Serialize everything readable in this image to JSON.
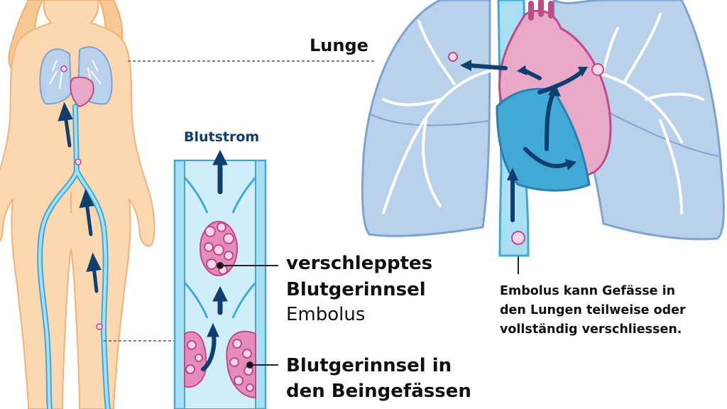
{
  "labels": {
    "lunge": "Lunge",
    "blutstrom": "Blutstrom",
    "verschlepptes_line1": "verschlepptes",
    "verschlepptes_line2": "Blutgerinnsel",
    "embolus": "Embolus",
    "beingefaesse_line1": "Blutgerinnsel in",
    "beingefaesse_line2": "den Beingefässen",
    "embolus_note_line1": "Embolus kann Gefässe in",
    "embolus_note_line2": "den Lungen teilweise oder",
    "embolus_note_line3": "vollständig verschliessen."
  },
  "colors": {
    "skin": "#fbd8b0",
    "skin_outline": "#f2b27a",
    "vessel": "#a9def3",
    "vessel_outline": "#41a9d6",
    "lung": "#b9d1ea",
    "lung_outline": "#7fa3cf",
    "heart": "#e9a9c9",
    "heart_outline": "#c04a86",
    "clot": "#d86aa6",
    "arrow": "#0e3f6e",
    "leader": "#555555"
  }
}
